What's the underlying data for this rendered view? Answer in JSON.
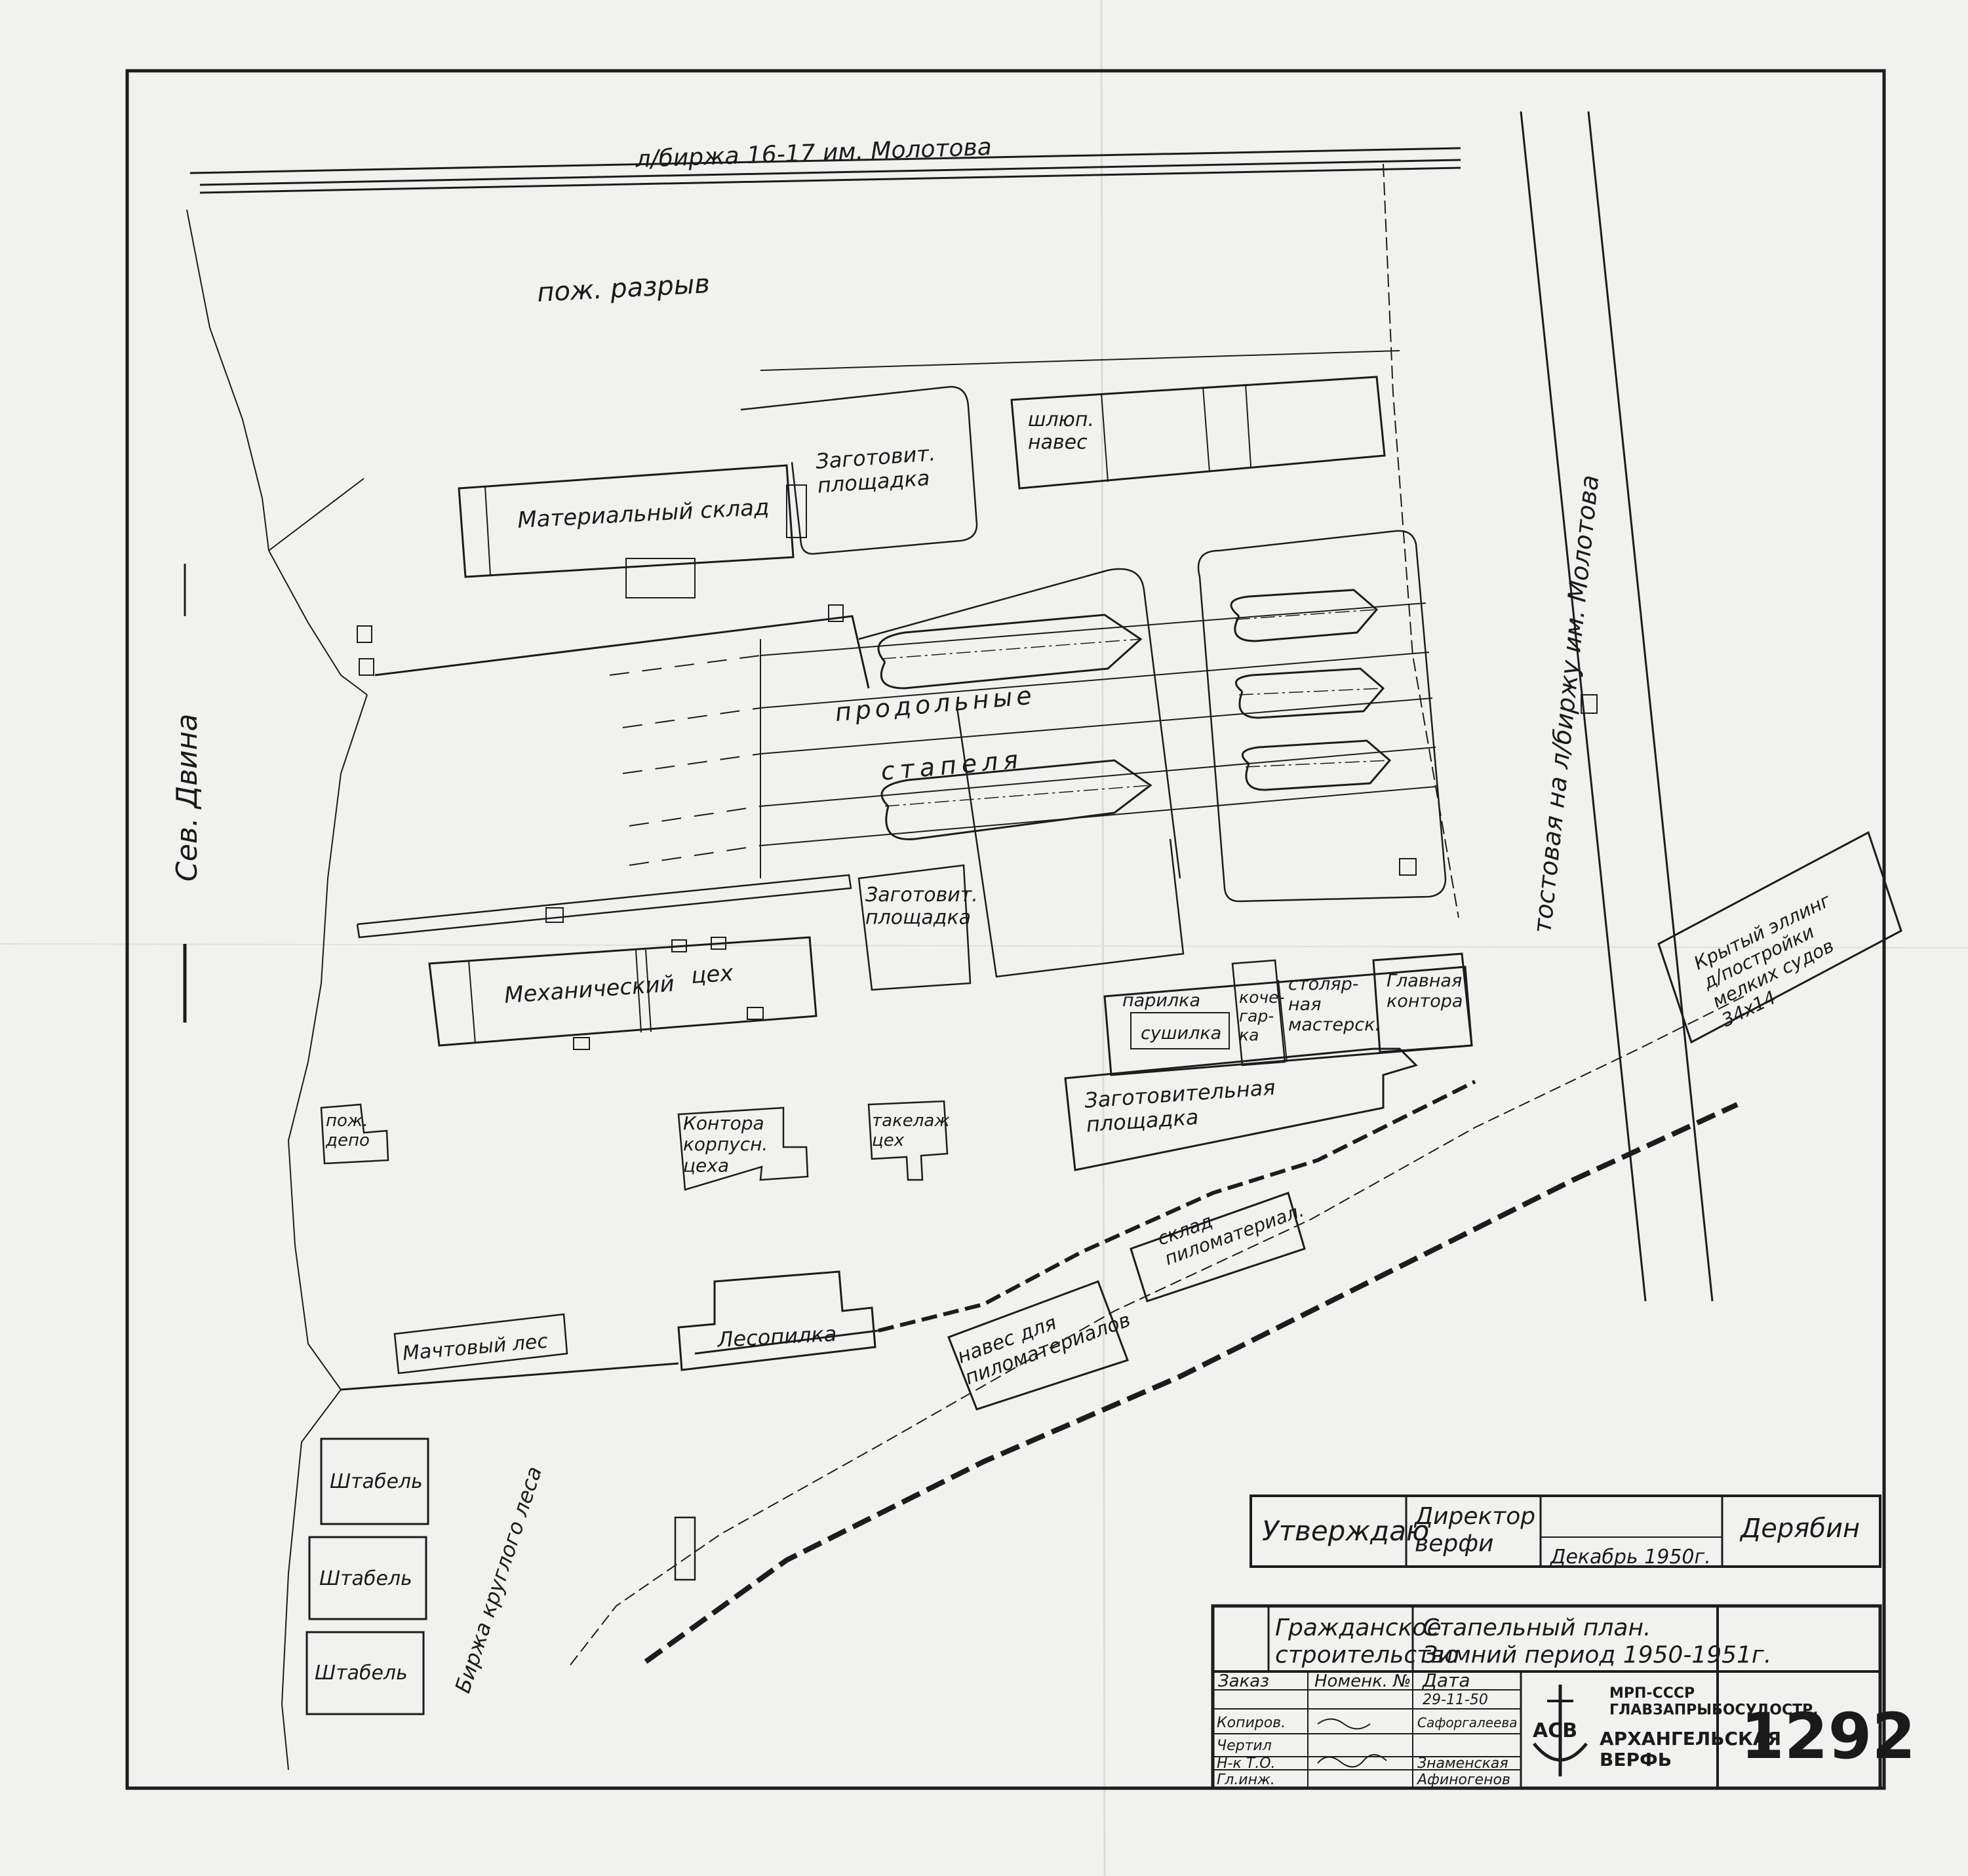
{
  "rail_label": "л/биржа 16-17 им. Молотова",
  "fire_gap_label": "пож. разрыв",
  "river_label": "Сев. Двина",
  "road_label": "тостовая на л/биржу им. Молотова",
  "buildings": {
    "material_warehouse": "Материальный склад",
    "prep_area_top": "Заготовит.\nплощадка",
    "boat_shed": "шлюп.\nнавес",
    "slipway_word1": "продольные",
    "slipway_word2": "стапеля",
    "prep_area_mid": "Заготовит.\nплощадка",
    "mech_shop_1": "Механический",
    "mech_shop_2": "цех",
    "steam_room": "парилка",
    "dryer": "сушилка",
    "kochegarka": "коче-\nгар-\nка",
    "carpentry": "столяр-\nная\nмастерск.",
    "main_office": "Главная\nконтора",
    "prep_area_big": "Заготовительная\nплощадка",
    "fire_depot": "пож.\nдепо",
    "hull_office": "Контора\nкорпусн.\nцеха",
    "rigging_shop": "такелаж\nцех",
    "lumber_shed": "навес для\nпиломатериалов",
    "lumber_store": "склад\nпиломатериал.",
    "mast_wood": "Мачтовый лес",
    "sawmill": "Лесопилка",
    "stack_1": "Штабель",
    "stack_2": "Штабель",
    "stack_3": "Штабель",
    "roundwood_exchange": "Биржа круглого леса",
    "covered_shed": "Крытый эллинг\nд/постройки\nмелких судов\n34x14"
  },
  "approval": {
    "approve": "Утверждаю",
    "title": "Директор\nверфи",
    "date": "Декабрь 1950г.",
    "name": "Дерябин"
  },
  "title_block": {
    "org": "Гражданское\nстроительство",
    "drawing_title": "Стапельный план.\nЗимний период 1950-1951г.",
    "order_label": "Заказ",
    "nomenclature_label": "Номенк. №",
    "date_label": "Дата",
    "date_value": "29-11-50",
    "roles": [
      "Копиров.",
      "Чертил",
      "Н-к Т.О.",
      "Гл.инж."
    ],
    "names": [
      "Сафоргалеева",
      "Знаменская",
      "Афиногенов"
    ],
    "ministry": "МРП-СССР\nГЛАВЗАПРЫБОСУДОСТР.",
    "shipyard": "АРХАНГЕЛЬСКАЯ\nВЕРФЬ",
    "logo_letters": "АСВ",
    "sheet_number": "1292"
  }
}
